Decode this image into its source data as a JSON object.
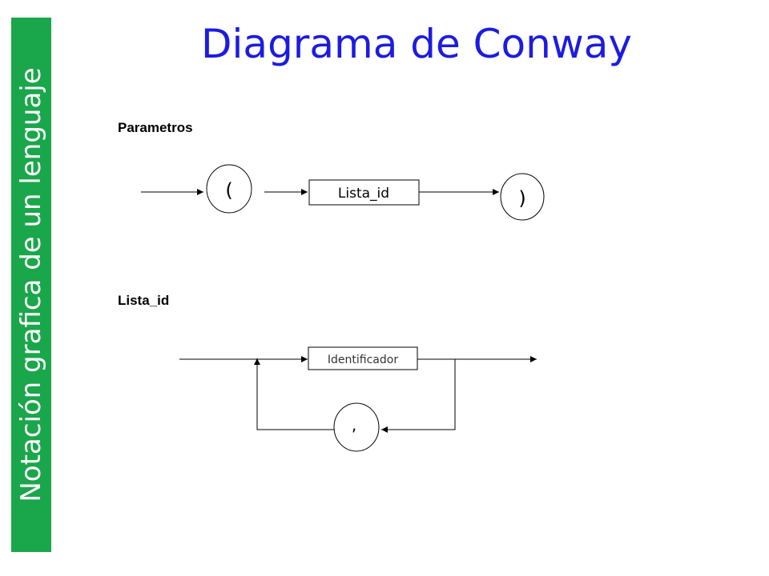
{
  "slide": {
    "title": "Diagrama de Conway",
    "side_label": "Notación grafica de un lenguaje"
  },
  "diagram_parametros": {
    "label": "Parametros",
    "open_symbol": "(",
    "box_label": "Lista_id",
    "close_symbol": ")"
  },
  "diagram_lista_id": {
    "label": "Lista_id",
    "box_label": "Identificador",
    "separator_symbol": ","
  },
  "colors": {
    "side_bar": "#1aa64a",
    "title": "#1c1ce0",
    "lines": "#000000"
  }
}
